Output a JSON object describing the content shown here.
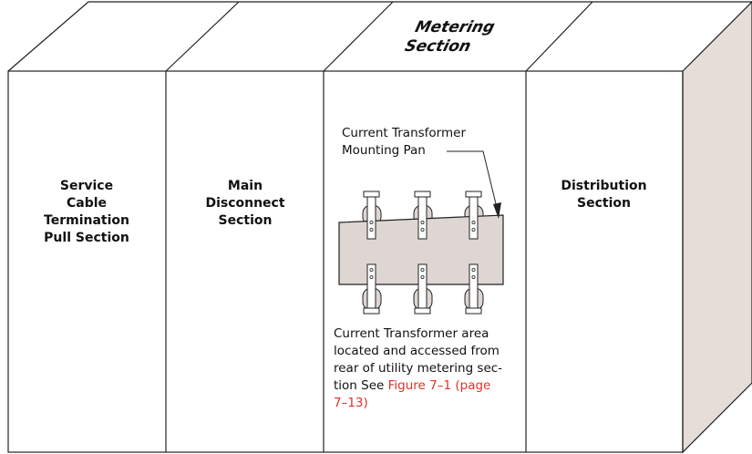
{
  "sections": [
    {
      "id": "service",
      "lines": [
        "Service",
        "Cable",
        "Termination",
        "Pull Section"
      ]
    },
    {
      "id": "main",
      "lines": [
        "Main",
        "Disconnect",
        "Section"
      ]
    },
    {
      "id": "metering",
      "lines": [
        "Metering",
        "Section"
      ]
    },
    {
      "id": "distribution",
      "lines": [
        "Distribution",
        "Section"
      ]
    }
  ],
  "callout": {
    "lines": [
      "Current Transformer",
      "Mounting Pan"
    ]
  },
  "note": {
    "lines": [
      "Current Transformer area",
      "located and accessed from",
      "rear of utility metering sec-",
      "tion See "
    ],
    "link_lines": [
      "Figure 7–1 (page",
      "7–13)"
    ]
  },
  "colors": {
    "outline": "#222222",
    "side_face": "#e6dcd8",
    "pan": "#ddd6d2",
    "link": "#e0312a"
  }
}
